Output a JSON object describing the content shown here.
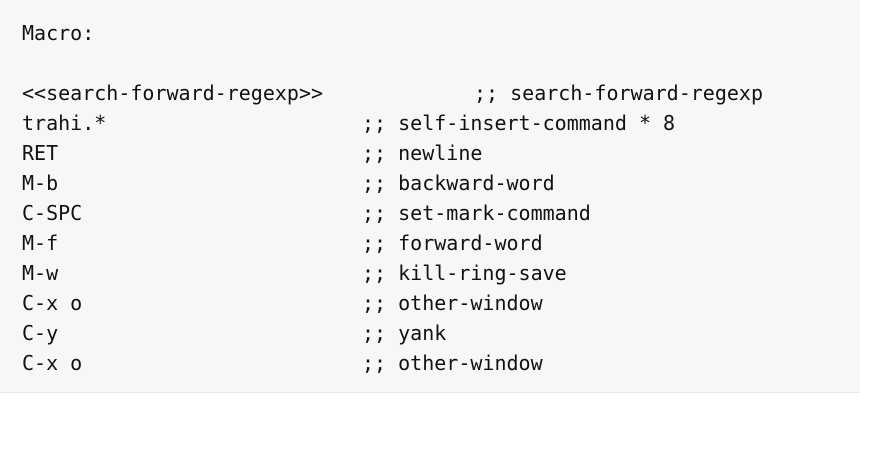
{
  "macro": {
    "heading": "Macro:",
    "lines": [
      {
        "key": "<<search-forward-regexp>>",
        "comment": ";; search-forward-regexp"
      },
      {
        "key": "trahi.*",
        "comment": ";; self-insert-command * 8"
      },
      {
        "key": "RET",
        "comment": ";; newline"
      },
      {
        "key": "M-b",
        "comment": ";; backward-word"
      },
      {
        "key": "C-SPC",
        "comment": ";; set-mark-command"
      },
      {
        "key": "M-f",
        "comment": ";; forward-word"
      },
      {
        "key": "M-w",
        "comment": ";; kill-ring-save"
      },
      {
        "key": "C-x o",
        "comment": ";; other-window"
      },
      {
        "key": "C-y",
        "comment": ";; yank"
      },
      {
        "key": "C-x o",
        "comment": ";; other-window"
      }
    ]
  }
}
